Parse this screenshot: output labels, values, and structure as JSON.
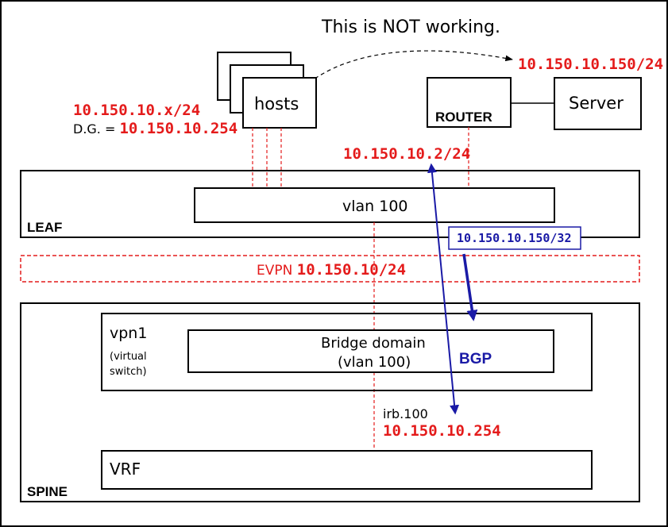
{
  "title_note": "This is NOT working.",
  "hosts": {
    "label": "hosts",
    "ip": "10.150.10.x/24",
    "dg_prefix": "D.G. = ",
    "dg_value": "10.150.10.254"
  },
  "router": {
    "label": "ROUTER",
    "ip": "10.150.10.2/24"
  },
  "server": {
    "label": "Server",
    "ip": "10.150.10.150/24"
  },
  "leaf": {
    "label": "LEAF",
    "vlan_label": "vlan 100"
  },
  "route_badge": "10.150.10.150/32",
  "evpn": {
    "prefix": "EVPN ",
    "network": "10.150.10/24"
  },
  "spine": {
    "label": "SPINE",
    "vpn_label": "vpn1",
    "vpn_sub1": "(virtual",
    "vpn_sub2": "switch)",
    "bridge_line1": "Bridge domain",
    "bridge_line2": "(vlan 100)",
    "bgp_label": "BGP",
    "irb_label": "irb.100",
    "irb_ip": "10.150.10.254",
    "vrf_label": "VRF"
  },
  "colors": {
    "red": "#e41b1b",
    "blue": "#1a1aa6",
    "black": "#000000"
  }
}
